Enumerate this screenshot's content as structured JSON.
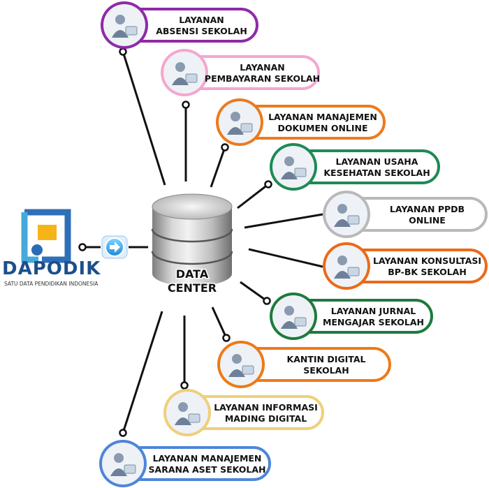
{
  "data_center": {
    "line1": "DATA",
    "line2": "CENTER"
  },
  "dapodik": {
    "name": "DAPODIK",
    "tagline": "SATU DATA PENDIDIKAN INDONESIA"
  },
  "services": [
    {
      "line1": "LAYANAN",
      "line2": "ABSENSI SEKOLAH",
      "color": "#8e2aa8"
    },
    {
      "line1": "LAYANAN",
      "line2": "PEMBAYARAN SEKOLAH",
      "color": "#f4a7cf"
    },
    {
      "line1": "LAYANAN MANAJEMEN",
      "line2": "DOKUMEN ONLINE",
      "color": "#ea7b1e"
    },
    {
      "line1": "LAYANAN USAHA",
      "line2": "KESEHATAN SEKOLAH",
      "color": "#1e8a55"
    },
    {
      "line1": "LAYANAN PPDB",
      "line2": "ONLINE",
      "color": "#b9b9b9"
    },
    {
      "line1": "LAYANAN KONSULTASI",
      "line2": "BP-BK SEKOLAH",
      "color": "#ea6a1a"
    },
    {
      "line1": "LAYANAN JURNAL",
      "line2": "MENGAJAR SEKOLAH",
      "color": "#1e7a3c"
    },
    {
      "line1": "KANTIN DIGITAL",
      "line2": "SEKOLAH",
      "color": "#ee7a18"
    },
    {
      "line1": "LAYANAN INFORMASI",
      "line2": "MADING DIGITAL",
      "color": "#f0cf7a"
    },
    {
      "line1": "LAYANAN MANAJEMEN",
      "line2": "SARANA ASET SEKOLAH",
      "color": "#4d86d8"
    }
  ]
}
